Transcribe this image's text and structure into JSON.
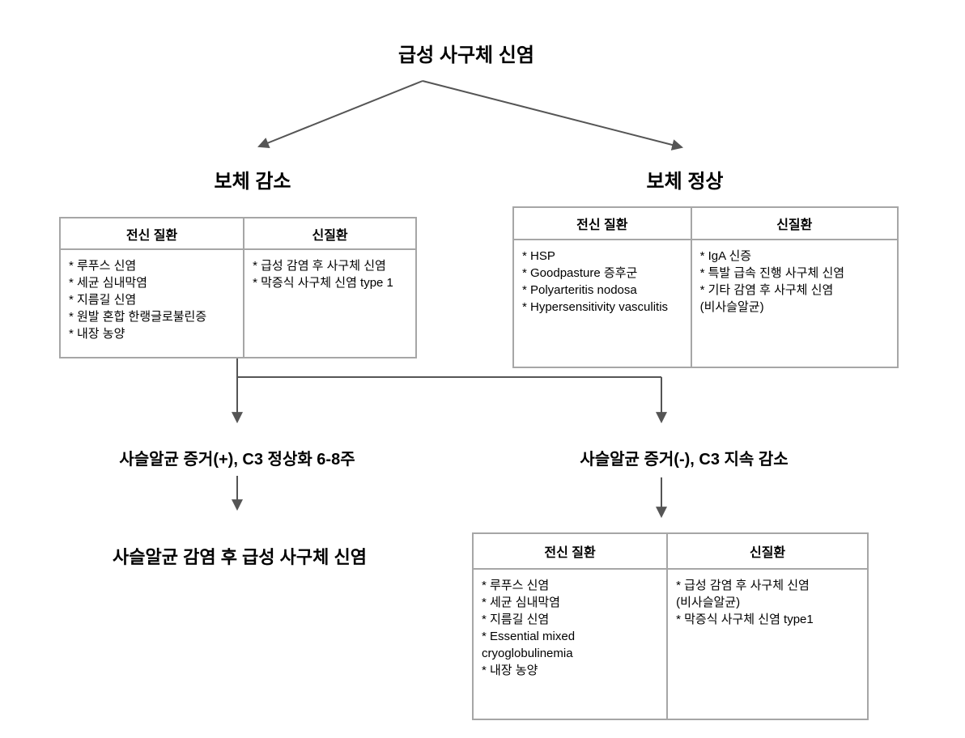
{
  "colors": {
    "background": "#ffffff",
    "arrow_line": "#555555",
    "table_border": "#a6a6a6",
    "text": "#000000"
  },
  "title": "급성 사구체 신염",
  "branches": {
    "left": "보체 감소",
    "right": "보체 정상"
  },
  "tables": {
    "complement_low": {
      "headers": [
        "전신 질환",
        "신질환"
      ],
      "systemic": [
        "* 루푸스 신염",
        "* 세균 심내막염",
        "* 지름길 신염",
        "* 원발 혼합 한랭글로불린증",
        "* 내장 농양"
      ],
      "renal": [
        "* 급성 감염 후 사구체 신염",
        "* 막증식 사구체 신염 type 1"
      ]
    },
    "complement_normal": {
      "headers": [
        "전신 질환",
        "신질환"
      ],
      "systemic": [
        "* HSP",
        "* Goodpasture 증후군",
        "* Polyarteritis nodosa",
        "* Hypersensitivity vasculitis"
      ],
      "renal": [
        "* IgA 신증",
        "* 특발 급속 진행 사구체 신염",
        "* 기타 감염 후 사구체 신염(비사슬알균)"
      ]
    },
    "persistent_low": {
      "headers": [
        "전신 질환",
        "신질환"
      ],
      "systemic": [
        "* 루푸스 신염",
        "* 세균 심내막염",
        "* 지름길 신염",
        "* Essential mixed cryoglobulinemia",
        "* 내장 농양"
      ],
      "renal": [
        "* 급성 감염 후 사구체 신염(비사슬알균)",
        "* 막증식 사구체 신염 type1"
      ]
    }
  },
  "outcomes": {
    "left_criteria": "사슬알균 증거(+), C3 정상화 6-8주",
    "right_criteria": "사슬알균 증거(-), C3 지속 감소",
    "left_diagnosis": "사슬알균 감염 후 급성 사구체 신염"
  }
}
